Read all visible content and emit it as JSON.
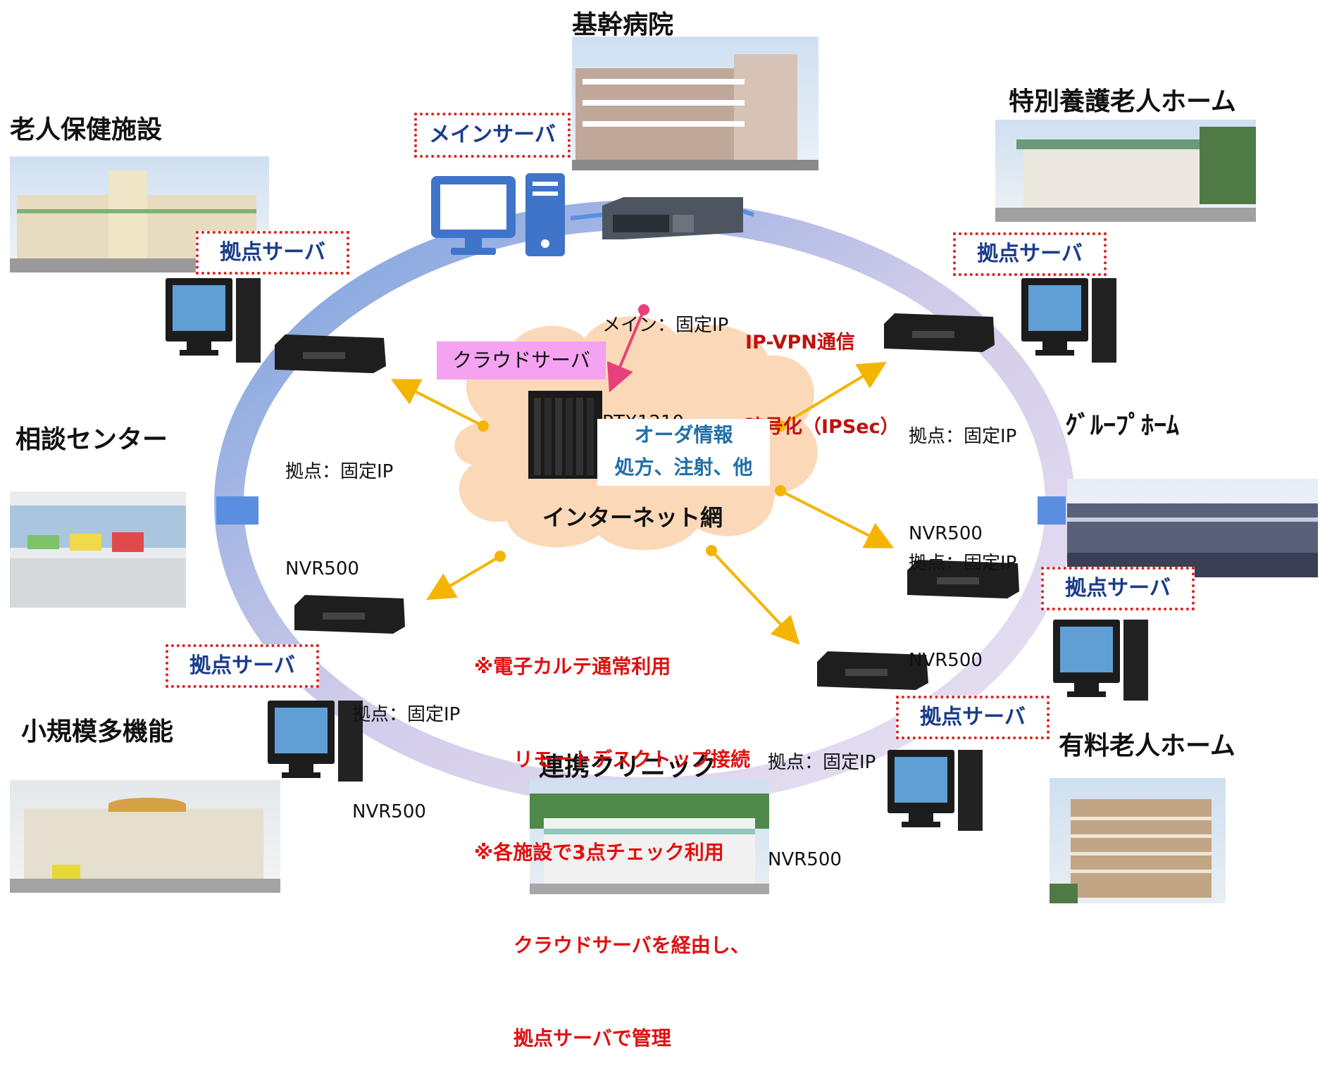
{
  "facilities": {
    "hospital": "基幹病院",
    "elderly_health": "老人保健施設",
    "special_nursing": "特別養護老人ホーム",
    "consultation": "相談センター",
    "group_home": "ｸﾞﾙｰﾌﾟﾎｰﾑ",
    "small_multi": "小規模多機能",
    "clinic": "連携クリニック",
    "paid_nursing": "有料老人ホーム"
  },
  "servers": {
    "main": "メインサーバ",
    "branch": "拠点サーバ",
    "cloud": "クラウドサーバ"
  },
  "devices": {
    "main_line1": "メイン：固定IP",
    "main_line2": "RTX1210",
    "branch_line1": "拠点：固定IP",
    "branch_line2": "NVR500"
  },
  "vpn": {
    "line1": "IP-VPN通信",
    "line2": "暗号化（IPSec）"
  },
  "cloud": {
    "network": "インターネット網",
    "order_line1": "オーダ情報",
    "order_line2": "処方、注射、他"
  },
  "notes": {
    "line1": "※電子カルテ通常利用",
    "line2": "　　リモートデスクトップ接続",
    "line3": "※各施設で3点チェック利用",
    "line4": "　　クラウドサーバを経由し、",
    "line5": "　　拠点サーバで管理"
  },
  "colors": {
    "ring": "#7a9fd6",
    "arrow": "#f5b400",
    "cloud": "#fbd9b8",
    "cloud_label_bg": "#f5a3f0",
    "note_red": "#e01010",
    "server_blue": "#3f74c9",
    "order_text": "#1f6fa8"
  }
}
